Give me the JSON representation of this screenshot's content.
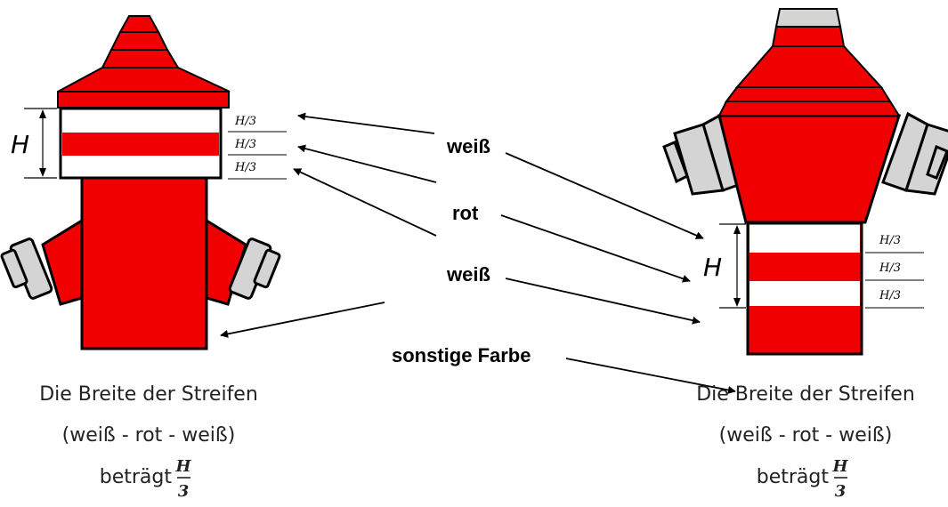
{
  "colors": {
    "red": "#f00000",
    "white": "#ffffff",
    "grey": "#d4d4d4",
    "outline": "#000000"
  },
  "labels": {
    "white_top": "weiß",
    "red_mid": "rot",
    "white_bottom": "weiß",
    "other_color": "sonstige Farbe"
  },
  "left_hydrant": {
    "height_label": "H",
    "stripe_fractions": [
      "H/3",
      "H/3",
      "H/3"
    ],
    "caption": {
      "line1": "Die Breite der Streifen",
      "line2": "(weiß - rot - weiß)",
      "line3_prefix": "beträgt",
      "fraction_numerator": "H",
      "fraction_denominator": "3"
    }
  },
  "right_hydrant": {
    "height_label": "H",
    "stripe_fractions": [
      "H/3",
      "H/3",
      "H/3"
    ],
    "caption": {
      "line1": "Die Breite der Streifen",
      "line2": "(weiß - rot - weiß)",
      "line3_prefix": "beträgt",
      "fraction_numerator": "H",
      "fraction_denominator": "3"
    }
  }
}
